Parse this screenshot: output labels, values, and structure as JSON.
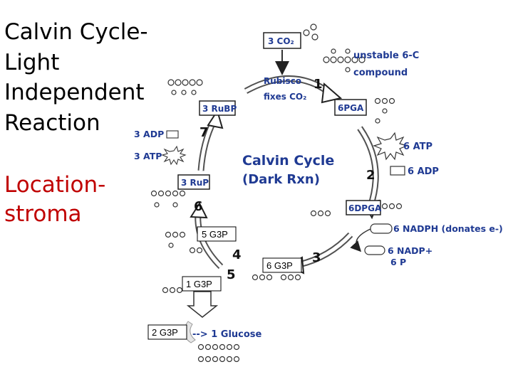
{
  "title_lines": [
    "Calvin Cycle-",
    "Light",
    "Independent",
    "Reaction"
  ],
  "location_lines": [
    "Location-",
    "stroma"
  ],
  "diagram": {
    "center_title": "Calvin Cycle",
    "center_subtitle": "(Dark Rxn)",
    "co2_box": "3 CO₂",
    "unstable_line1": "unstable 6-C",
    "unstable_line2": "compound",
    "rubisco_line1": "Rubisco",
    "rubisco_line2": "fixes CO₂",
    "rubp_box": "3 RuBP",
    "pga_box": "6PGA",
    "dpga_box": "6DPGA",
    "rup_box": "3 RuP",
    "atp_in": "6 ATP",
    "adp_out": "6 ADP",
    "nadph": "6 NADPH (donates e-)",
    "nadp": "6 NADP+",
    "p_out": "6 P",
    "adp_left": "3 ADP",
    "atp_left": "3 ATP",
    "glucose": "--> 1 Glucose",
    "steps": [
      "1",
      "2",
      "3",
      "4",
      "5",
      "6",
      "7"
    ]
  },
  "g3p_labels": {
    "five": "5 G3P",
    "six": "6 G3P",
    "one": "1 G3P",
    "two": "2 G3P"
  }
}
